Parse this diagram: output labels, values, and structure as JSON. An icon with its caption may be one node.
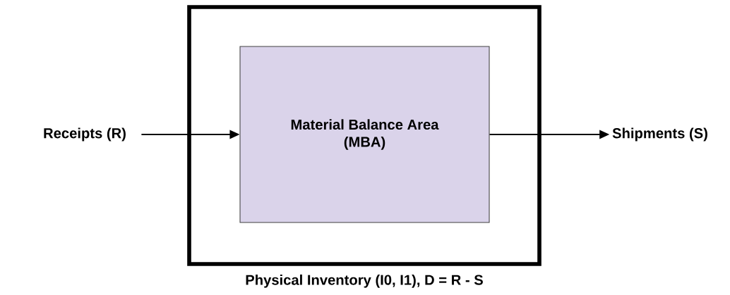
{
  "diagram": {
    "nodes": [
      {
        "text": [
          "Physical Inventory (I0, I1), D = R - S"
        ]
      },
      {
        "text": [
          "Material Balance Area (MBA)"
        ],
        "in": 0
      },
      {
        "text": [
          "Receipts (R)"
        ]
      },
      {
        "text": [
          "Shipments (S)"
        ]
      }
    ],
    "edges": [
      {
        "from": 2,
        "to": 1,
        "arrow": "to"
      },
      {
        "from": 1,
        "to": 3,
        "arrow": "to"
      }
    ]
  }
}
